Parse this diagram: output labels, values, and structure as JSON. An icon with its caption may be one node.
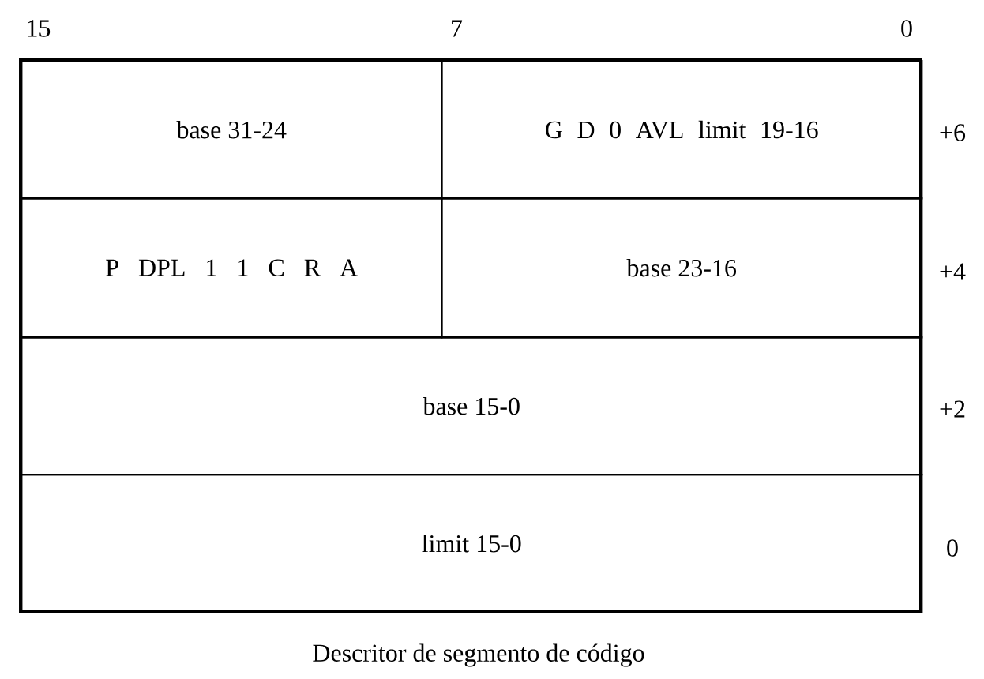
{
  "diagram": {
    "caption": "Descritor de segmento de código",
    "nodes": [
      {
        "text": [
          "base 31-24"
        ]
      },
      {
        "text": [
          "G D 0 AVL limit 19-16"
        ]
      },
      {
        "text": [
          "P DPL 1 1 C R A"
        ]
      },
      {
        "text": [
          "base 23-16"
        ]
      },
      {
        "text": [
          "base 15-0"
        ]
      },
      {
        "text": [
          "limit 15-0"
        ]
      }
    ],
    "labels": [
      "15",
      "7",
      "0",
      "+6",
      "+4",
      "+2",
      "0"
    ]
  }
}
